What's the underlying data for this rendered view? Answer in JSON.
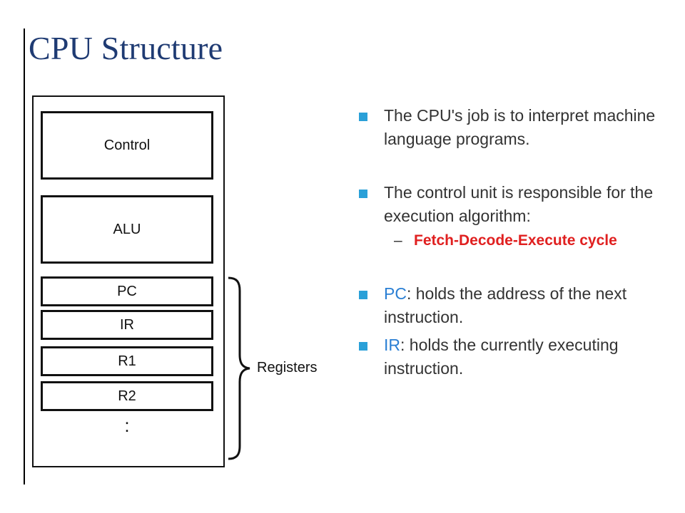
{
  "title": "CPU Structure",
  "diagram": {
    "units": [
      "Control",
      "ALU"
    ],
    "registers": [
      "PC",
      "IR",
      "R1",
      "R2"
    ],
    "continuation": ":",
    "brace_label": "Registers"
  },
  "bullets": {
    "b1": "The CPU's job is to interpret machine language programs.",
    "b2": "The control unit is responsible for the execution algorithm:",
    "b2_dash": "–",
    "b2_sub": "Fetch-Decode-Execute cycle",
    "b3_term": "PC",
    "b3_rest": ": holds the address of the next instruction.",
    "b4_term": "IR",
    "b4_rest": ": holds the currently executing instruction."
  },
  "colors": {
    "title": "#1f3b73",
    "bullet_square": "#2aa0d8",
    "highlight_term": "#2a7fd4",
    "emphasis": "#e02020"
  }
}
